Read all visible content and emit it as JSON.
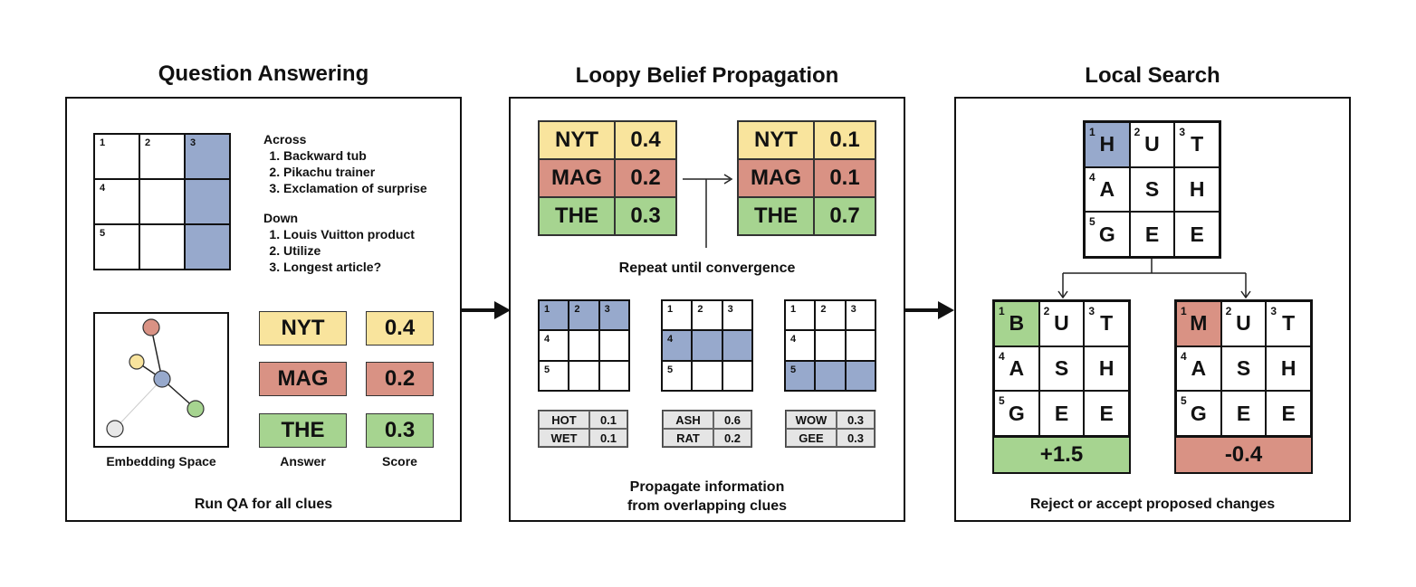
{
  "titles": {
    "qa": "Question Answering",
    "lbp": "Loopy Belief Propagation",
    "ls": "Local Search"
  },
  "qa": {
    "across_header": "Across",
    "across": [
      "Backward tub",
      "Pikachu trainer",
      "Exclamation of surprise"
    ],
    "down_header": "Down",
    "down": [
      "Louis Vuitton product",
      "Utilize",
      "Longest article?"
    ],
    "grid_numbers": [
      "1",
      "2",
      "3",
      "4",
      "5"
    ],
    "answers": [
      {
        "word": "NYT",
        "score": "0.4",
        "color": "#f9e49d"
      },
      {
        "word": "MAG",
        "score": "0.2",
        "color": "#d99284"
      },
      {
        "word": "THE",
        "score": "0.3",
        "color": "#a6d490"
      }
    ],
    "embedding_label": "Embedding Space",
    "answer_label": "Answer",
    "score_label": "Score",
    "caption": "Run QA for all clues"
  },
  "lbp": {
    "before": [
      [
        "NYT",
        "0.4"
      ],
      [
        "MAG",
        "0.2"
      ],
      [
        "THE",
        "0.3"
      ]
    ],
    "after": [
      [
        "NYT",
        "0.1"
      ],
      [
        "MAG",
        "0.1"
      ],
      [
        "THE",
        "0.7"
      ]
    ],
    "repeat_label": "Repeat until convergence",
    "grid_numbers": [
      "1",
      "2",
      "3",
      "4",
      "5"
    ],
    "candidates": [
      [
        [
          "HOT",
          "0.1"
        ],
        [
          "WET",
          "0.1"
        ]
      ],
      [
        [
          "ASH",
          "0.6"
        ],
        [
          "RAT",
          "0.2"
        ]
      ],
      [
        [
          "WOW",
          "0.3"
        ],
        [
          "GEE",
          "0.3"
        ]
      ]
    ],
    "caption_line1": "Propagate information",
    "caption_line2": "from overlapping clues"
  },
  "ls": {
    "top_grid": [
      "H",
      "U",
      "T",
      "A",
      "S",
      "H",
      "G",
      "E",
      "E"
    ],
    "left_grid": [
      "B",
      "U",
      "T",
      "A",
      "S",
      "H",
      "G",
      "E",
      "E"
    ],
    "right_grid": [
      "M",
      "U",
      "T",
      "A",
      "S",
      "H",
      "G",
      "E",
      "E"
    ],
    "grid_numbers": {
      "0": "1",
      "1": "2",
      "2": "3",
      "3": "4",
      "6": "5"
    },
    "left_score": "+1.5",
    "right_score": "-0.4",
    "caption": "Reject or accept proposed changes"
  },
  "colors": {
    "highlight": "#97a9cc",
    "yellow": "#f9e49d",
    "red": "#d99284",
    "green": "#a6d490",
    "node_gray": "#e8e8e8"
  }
}
